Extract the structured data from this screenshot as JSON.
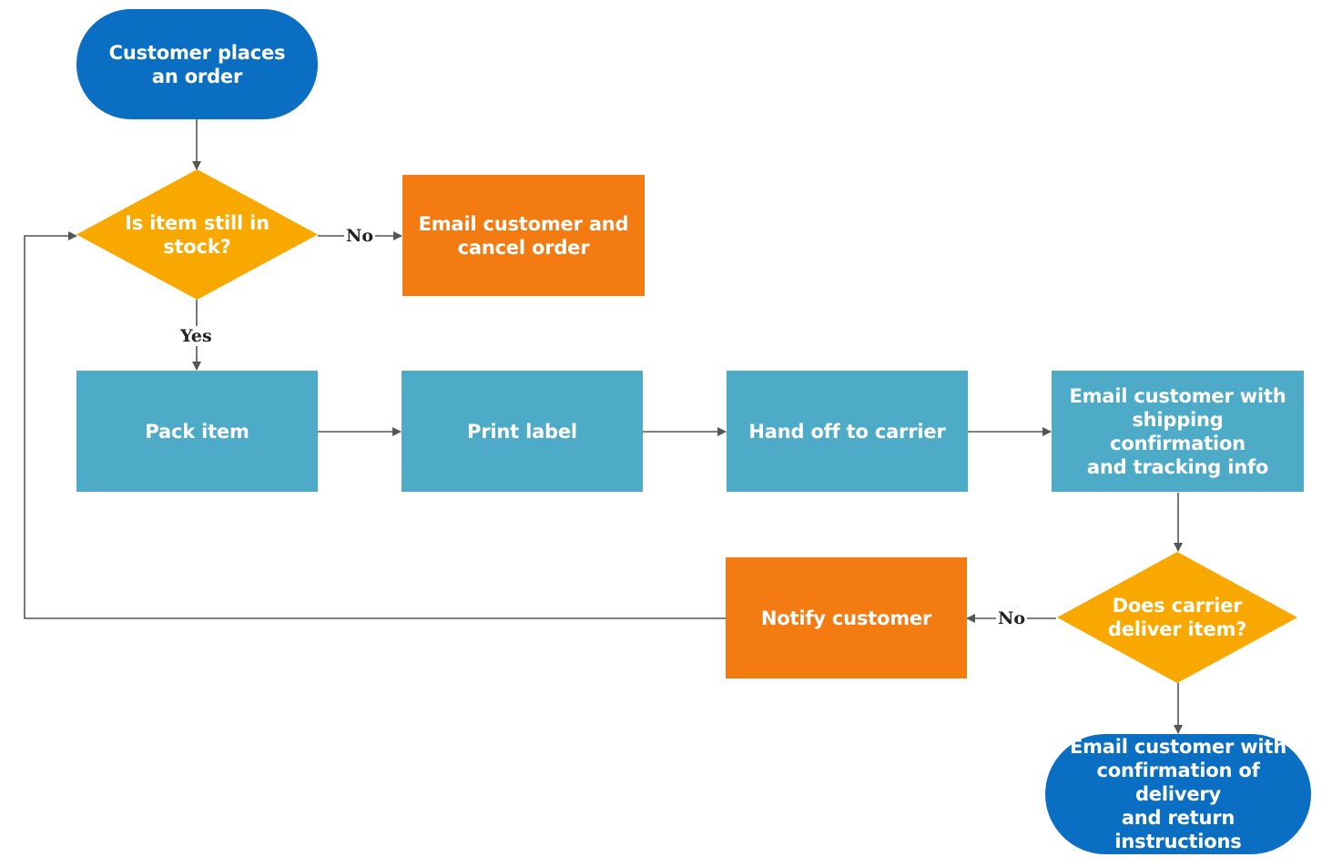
{
  "colors": {
    "terminal": "#0a6fc2",
    "process": "#4dabc7",
    "alert": "#f47a12",
    "decision": "#f9a800",
    "connector": "#555555"
  },
  "nodes": {
    "start": "Customer places\nan order",
    "in_stock": "Is item still in\nstock?",
    "cancel": "Email customer and\ncancel order",
    "pack": "Pack item",
    "print": "Print label",
    "handoff": "Hand off to carrier",
    "ship_email": "Email customer with\nshipping confirmation\nand tracking info",
    "delivered": "Does carrier\ndeliver item?",
    "notify": "Notify customer",
    "end": "Email customer with\nconfirmation of delivery\nand return instructions"
  },
  "edge_labels": {
    "stock_no": "No",
    "stock_yes": "Yes",
    "deliver_no": "No"
  },
  "edges": [
    {
      "from": "start",
      "to": "in_stock"
    },
    {
      "from": "in_stock",
      "to": "cancel",
      "label": "No"
    },
    {
      "from": "in_stock",
      "to": "pack",
      "label": "Yes"
    },
    {
      "from": "pack",
      "to": "print"
    },
    {
      "from": "print",
      "to": "handoff"
    },
    {
      "from": "handoff",
      "to": "ship_email"
    },
    {
      "from": "ship_email",
      "to": "delivered"
    },
    {
      "from": "delivered",
      "to": "notify",
      "label": "No"
    },
    {
      "from": "delivered",
      "to": "end"
    },
    {
      "from": "notify",
      "to": "in_stock"
    }
  ]
}
